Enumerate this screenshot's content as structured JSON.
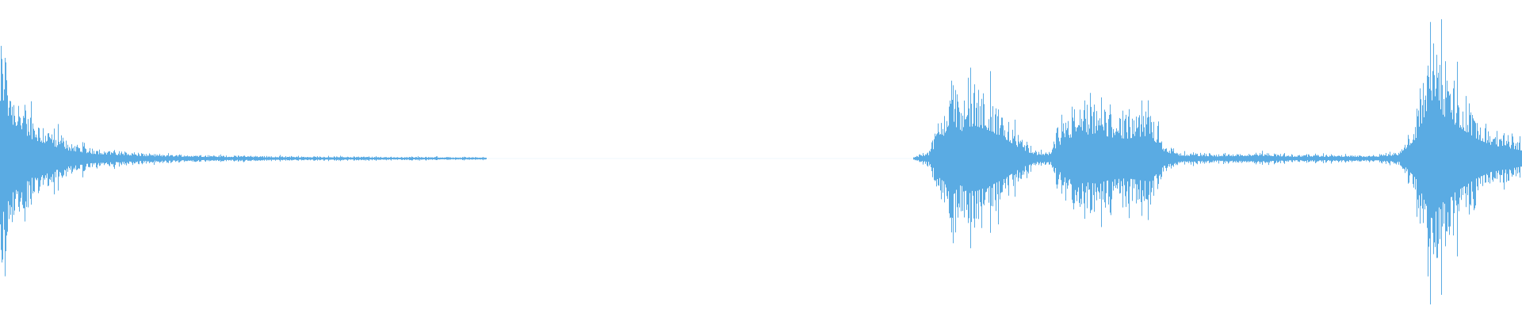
{
  "waveform": {
    "color": "#5aabe3",
    "background": "#ffffff",
    "segments": [
      {
        "start": 0.0,
        "end": 0.32,
        "envelope": [
          [
            0.0,
            0.55
          ],
          [
            0.003,
            0.92
          ],
          [
            0.006,
            0.55
          ],
          [
            0.012,
            0.45
          ],
          [
            0.02,
            0.3
          ],
          [
            0.03,
            0.22
          ],
          [
            0.045,
            0.12
          ],
          [
            0.06,
            0.07
          ],
          [
            0.08,
            0.05
          ],
          [
            0.1,
            0.03
          ],
          [
            0.15,
            0.02
          ],
          [
            0.2,
            0.015
          ],
          [
            0.25,
            0.012
          ],
          [
            0.3,
            0.01
          ],
          [
            0.32,
            0.008
          ]
        ]
      },
      {
        "start": 0.6,
        "end": 1.0,
        "envelope": [
          [
            0.6,
            0.01
          ],
          [
            0.61,
            0.05
          ],
          [
            0.62,
            0.35
          ],
          [
            0.625,
            0.6
          ],
          [
            0.63,
            0.4
          ],
          [
            0.64,
            0.5
          ],
          [
            0.65,
            0.42
          ],
          [
            0.66,
            0.3
          ],
          [
            0.67,
            0.15
          ],
          [
            0.68,
            0.05
          ],
          [
            0.69,
            0.05
          ],
          [
            0.7,
            0.3
          ],
          [
            0.71,
            0.35
          ],
          [
            0.72,
            0.38
          ],
          [
            0.73,
            0.32
          ],
          [
            0.74,
            0.3
          ],
          [
            0.755,
            0.35
          ],
          [
            0.765,
            0.1
          ],
          [
            0.775,
            0.04
          ],
          [
            0.8,
            0.03
          ],
          [
            0.83,
            0.04
          ],
          [
            0.85,
            0.025
          ],
          [
            0.88,
            0.025
          ],
          [
            0.9,
            0.02
          ],
          [
            0.92,
            0.05
          ],
          [
            0.93,
            0.3
          ],
          [
            0.94,
            0.9
          ],
          [
            0.95,
            0.6
          ],
          [
            0.96,
            0.45
          ],
          [
            0.97,
            0.3
          ],
          [
            0.98,
            0.2
          ],
          [
            1.0,
            0.12
          ]
        ]
      }
    ]
  }
}
